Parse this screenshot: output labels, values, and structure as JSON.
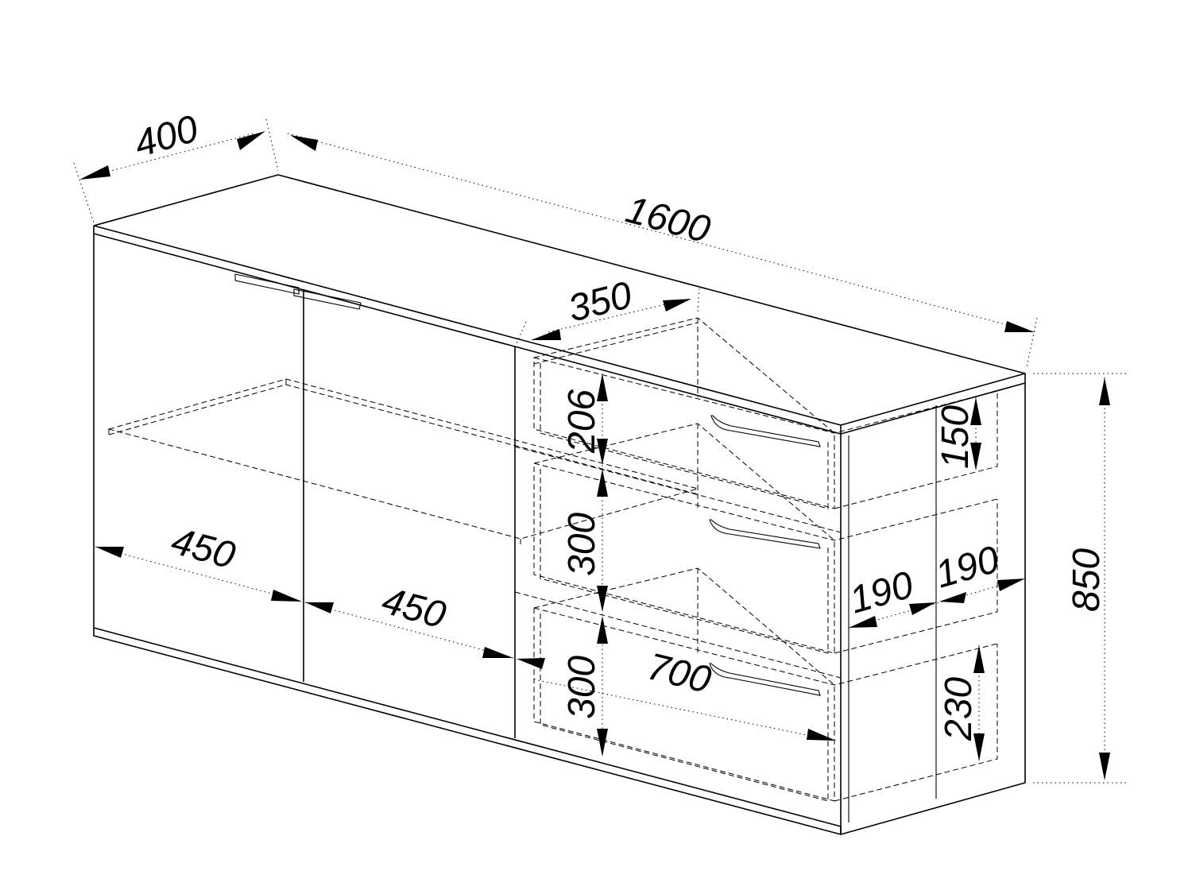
{
  "dimensions": {
    "depth": "400",
    "width": "1600",
    "drawer_depth": "350",
    "height": "850",
    "door_left": "450",
    "door_right": "450",
    "drawer_front": "700",
    "drawer_top_height": "206",
    "drawer_mid_height": "300",
    "drawer_bottom_height": "300",
    "side_top": "150",
    "side_bottom": "230",
    "side_depth_left": "190",
    "side_depth_right": "190"
  }
}
